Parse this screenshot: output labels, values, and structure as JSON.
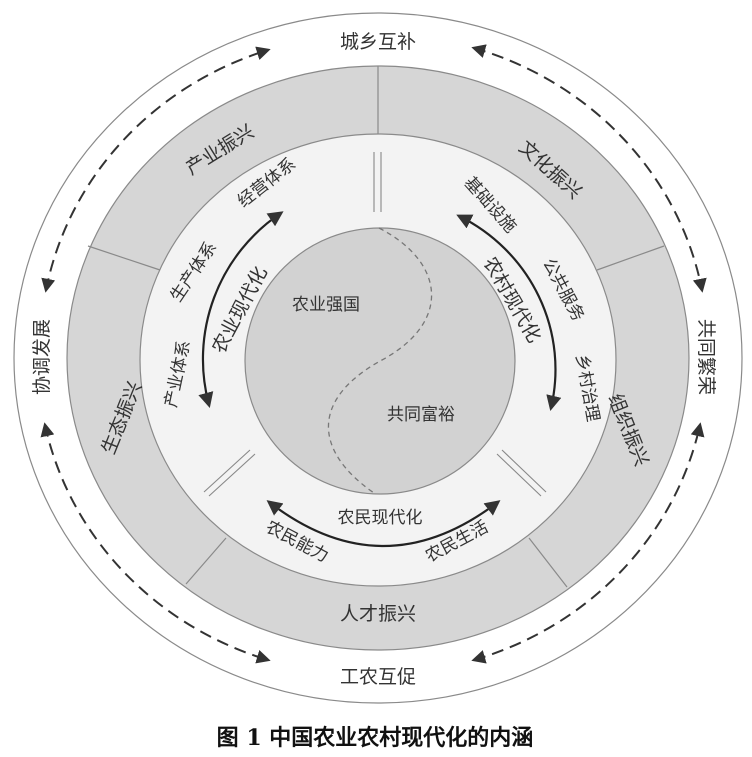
{
  "colors": {
    "outer_ring": "#ffffff",
    "gray_ring": "#d6d6d6",
    "inner_ring": "#f3f3f3",
    "core": "#d2d2d2",
    "stroke": "#8a8a8a",
    "arrow": "#333333"
  },
  "outer_ring": {
    "top": "城乡互补",
    "left": "协调发展",
    "right": "共同繁荣",
    "bottom": "工农互促"
  },
  "revitalization_ring": {
    "industry": "产业振兴",
    "culture": "文化振兴",
    "ecology": "生态振兴",
    "organization": "组织振兴",
    "talent": "人才振兴"
  },
  "inner_ring": {
    "agri_modernization": {
      "title": "农业现代化",
      "items": [
        "经营体系",
        "生产体系",
        "产业体系"
      ]
    },
    "rural_modernization": {
      "title": "农村现代化",
      "items": [
        "基础设施",
        "公共服务",
        "乡村治理"
      ]
    },
    "farmer_modernization": {
      "title": "农民现代化",
      "items": [
        "农民能力",
        "农民生活"
      ]
    }
  },
  "core": {
    "top": "农业强国",
    "bottom": "共同富裕"
  },
  "caption": "图 1  中国农业农村现代化的内涵"
}
